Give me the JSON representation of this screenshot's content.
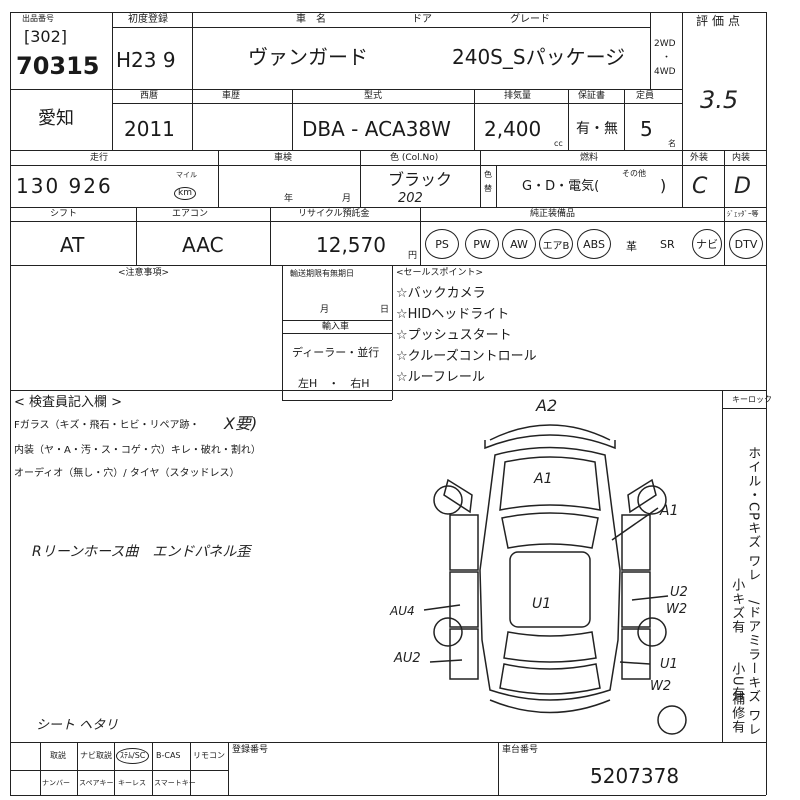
{
  "header": {
    "label_venue": "出品番号",
    "lot_bracket": "[302]",
    "lot_number": "70315",
    "label_first_reg": "初度登録",
    "first_reg": "H23 9",
    "label_model_name": "車　名",
    "label_door": "ドア",
    "label_grade": "グレード",
    "model_name": "ヴァンガード",
    "grade": "240S_Sパッケージ",
    "drive_2wd": "2WD",
    "drive_dot": "・",
    "drive_4wd": "4WD",
    "label_score": "評価点",
    "score": "3.5"
  },
  "row2": {
    "region": "愛知",
    "label_year": "西暦",
    "year": "2011",
    "label_inspection": "車歴",
    "label_type": "型式",
    "model_code": "DBA - ACA38W",
    "label_cc": "排気量",
    "displacement": "2,400",
    "cc_unit": "cc",
    "label_warranty": "保証書",
    "warranty": "有・無",
    "label_seats": "定員",
    "seats": "5",
    "seats_unit": "名"
  },
  "row3": {
    "label_mileage": "走行",
    "mileage": "130 926",
    "mileage_unit_mile": "マイル",
    "mileage_unit_km": "km",
    "label_inspection_date": "車検",
    "year_suffix": "年",
    "month_suffix": "月",
    "label_color": "色 (Col.No)",
    "color": "ブラック",
    "color_code": "202",
    "label_color_change": "色替",
    "label_fuel": "燃料",
    "fuel_options": "G・D・電気(",
    "fuel_other": "その他",
    "fuel_close": ")",
    "label_exterior": "外装",
    "exterior_grade": "C",
    "label_interior": "内装",
    "interior_grade": "D"
  },
  "row4": {
    "label_shift": "シフト",
    "shift": "AT",
    "label_aircon": "エアコン",
    "aircon": "AAC",
    "label_recycle": "リサイクル預託金",
    "recycle": "12,570",
    "yen": "円",
    "label_equipment": "純正装備品",
    "equipment": [
      {
        "label": "PS",
        "circled": true
      },
      {
        "label": "PW",
        "circled": true
      },
      {
        "label": "AW",
        "circled": true
      },
      {
        "label": "エアB",
        "circled": true
      },
      {
        "label": "ABS",
        "circled": true
      },
      {
        "label": "革",
        "circled": false
      },
      {
        "label": "SR",
        "circled": false
      },
      {
        "label": "ナビ",
        "circled": true
      },
      {
        "label": "DTV",
        "circled": true
      }
    ],
    "label_tv": "ｼﾞｪｯﾀﾞｰ等"
  },
  "notes": {
    "label_notes": "<注意事項>",
    "label_timing": "輸送期限有無期日",
    "month": "月",
    "day": "日",
    "label_import": "輸入車",
    "import_dealer": "ディーラー・並行",
    "import_steering": "左H　・　右H",
    "label_sales": "<セールスポイント>",
    "sales_points": [
      "☆バックカメラ",
      "☆HIDヘッドライト",
      "☆プッシュスタート",
      "☆クルーズコントロール",
      "☆ルーフレール"
    ]
  },
  "inspection": {
    "label": "< 検査員記入欄 >",
    "glass_line": "Fガラス（キズ・飛石・ヒビ・リペア跡・",
    "glass_mark": "X要)",
    "interior_line": "内装（ヤ・A・汚・ス・コゲ・穴）キレ・破れ・割れ）",
    "audio_line": "オーディオ（無し・穴）/ タイヤ（スタッドレス）",
    "handwritten_note": "Rリーンホース曲　エンドパネル歪",
    "seat_note": "シート ヘタリ",
    "label_keys": "キーロック",
    "vertical_notes": [
      "ホイル・CPキズ ワレ",
      "小キズ有",
      "/ドアミラーキズ ワレ",
      "小U有",
      "補修有"
    ]
  },
  "diagram_marks": {
    "a2": "A2",
    "a1_top": "A1",
    "a1_right": "A1",
    "u1": "U1",
    "u2": "U2",
    "w2_upper": "W2",
    "au4": "AU4",
    "au2": "AU2",
    "u1_right": "U1",
    "w2_lower": "W2"
  },
  "footer": {
    "cells_top": [
      "取説",
      "ナビ取説",
      "ｽﾃﾑ/SC",
      "B-CAS",
      "リモコン"
    ],
    "cells_bottom": [
      "ナンバー",
      "スペアキー",
      "キーレス",
      "スマートキー"
    ],
    "label_reg_no": "登録番号",
    "label_chassis": "車台番号",
    "chassis": "5207378"
  }
}
